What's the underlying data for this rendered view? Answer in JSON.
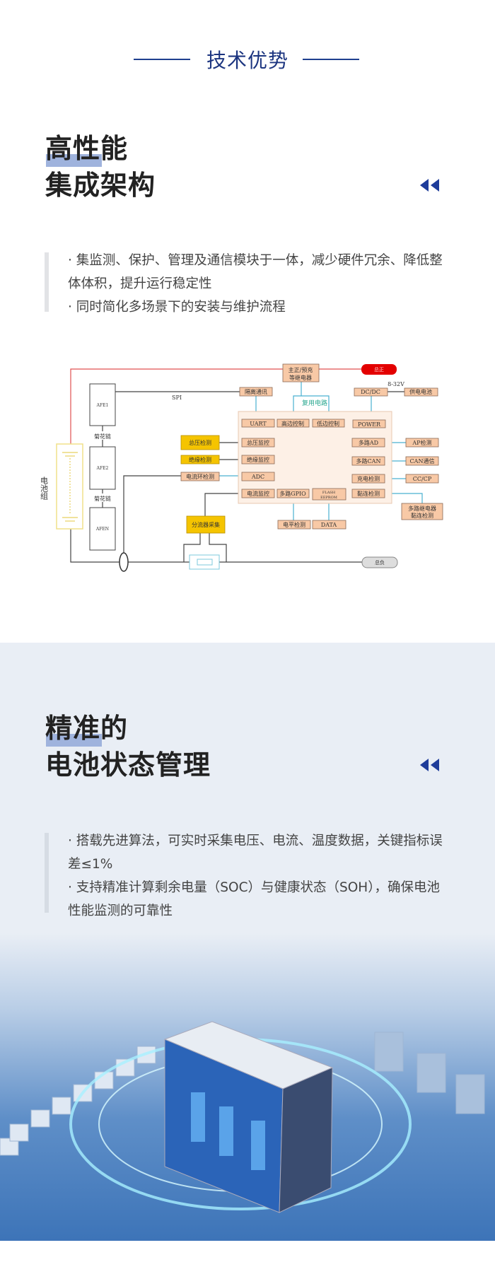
{
  "header": {
    "title": "技术优势"
  },
  "section1": {
    "heading_line1": "高性能",
    "heading_line2": "集成架构",
    "bullets": [
      "· 集监测、保护、管理及通信模块于一体，减少硬件冗余、降低整体体积，提升运行稳定性",
      "· 同时简化多场景下的安装与维护流程"
    ]
  },
  "diagram": {
    "battery_pack": "电池组",
    "afe1": "AFE1",
    "afe2": "AFE2",
    "afen": "AFEN",
    "daisy1": "菊花链",
    "daisy2": "菊花链",
    "spi": "SPI",
    "main_relay_l1": "主正/预充",
    "main_relay_l2": "等继电器",
    "pos": "总正",
    "neg": "总负",
    "voltage": "8-32V",
    "isolation_comm": "隔离通讯",
    "reuse_circuit": "复用电路",
    "dcdc": "DC/DC",
    "supply_battery": "供电电池",
    "uart": "UART",
    "high_side": "高边控制",
    "low_side": "低边控制",
    "power": "POWER",
    "total_v_detect": "总压检测",
    "total_v_monitor": "总压监控",
    "insul_detect": "绝缘检测",
    "insul_monitor": "绝缘监控",
    "loop_detect": "电流环检测",
    "adc": "ADC",
    "current_monitor": "电流监控",
    "gpio": "多路GPIO",
    "flash": "FLASH",
    "eeprom": "EEPROM",
    "multi_ad": "多路AD",
    "ap_detect": "AP检测",
    "multi_can": "多路CAN",
    "can_comm": "CAN通信",
    "charge_detect": "充电检测",
    "cccp": "CC/CP",
    "stick_detect": "黏连检测",
    "relay_stick_l1": "多路继电器",
    "relay_stick_l2": "黏连检测",
    "level_detect": "电平检测",
    "data": "DATA",
    "shunt": "分流器采集"
  },
  "section2": {
    "heading_line1": "精准的",
    "heading_line2": "电池状态管理",
    "bullets": [
      "·  搭载先进算法，可实时采集电压、电流、温度数据，关键指标误差≤1%",
      "· 支持精准计算剩余电量（SOC）与健康状态（SOH），确保电池性能监测的可靠性"
    ]
  },
  "colors": {
    "accent": "#1c3580",
    "highlight": "#9fb3dd",
    "section_bg": "#e9eef5"
  }
}
